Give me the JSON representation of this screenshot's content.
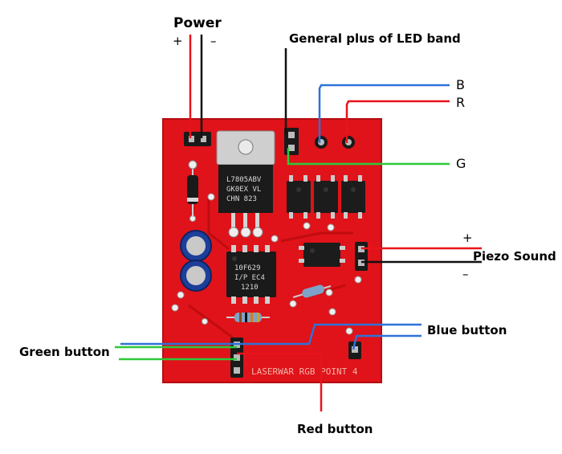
{
  "labels": {
    "power": "Power",
    "power_plus": "+",
    "power_minus": "–",
    "general_plus": "General plus of LED band",
    "led_b": "B",
    "led_r": "R",
    "led_g": "G",
    "piezo": "Piezo Sound",
    "piezo_plus": "+",
    "piezo_minus": "–",
    "blue_button": "Blue button",
    "green_button": "Green button",
    "red_button": "Red button"
  },
  "board": {
    "silkscreen": "LASERWAR RGB POINT 4",
    "regulator_text": [
      "L7805ABV",
      "GK0EX VL",
      "CHN 823"
    ],
    "mcu_text": [
      "10F629",
      "I/P EC4",
      "1210"
    ]
  },
  "colors": {
    "pcb": "#e0141b",
    "wire_red": "#e8141c",
    "wire_black": "#111111",
    "wire_blue": "#2f72d8",
    "wire_green": "#2ec93a"
  }
}
